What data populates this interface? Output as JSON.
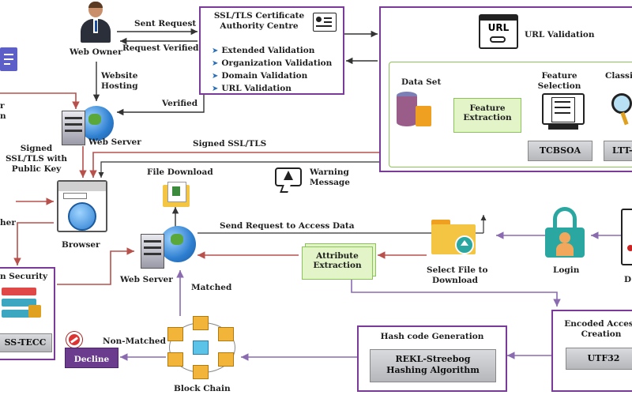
{
  "labels": {
    "web_owner": "Web Owner",
    "sent_request": "Sent Request",
    "request_verified": "Request Verified",
    "website_hosting": "Website\nHosting",
    "verified": "Verified",
    "web_server_top": "Web Server",
    "signed_ssl_public_key": "Signed\nSSL/TLS with\nPublic Key",
    "signed_ssl": "Signed SSL/TLS",
    "browser": "Browser",
    "file_download": "File Download",
    "warning_message": "Warning\nMessage",
    "send_request_access": "Send Request to Access Data",
    "web_server_mid": "Web Server",
    "matched": "Matched",
    "non_matched": "Non-Matched",
    "decline": "Decline",
    "block_chain": "Block Chain",
    "attribute_extraction": "Attribute\nExtraction",
    "select_file": "Select File to\nDownload",
    "login": "Login",
    "partial_left_top": "r\nn",
    "partial_left_mid": "her",
    "partial_right_d": "D",
    "security_title": "n Security",
    "ss_tecc": "SS-TECC"
  },
  "ca_box": {
    "title": "SSL/TLS Certificate\nAuthority Centre",
    "items": [
      "Extended Validation",
      "Organization Validation",
      "Domain Validation",
      "URL Validation"
    ]
  },
  "url_panel": {
    "title": "URL Validation",
    "icon_text": "URL",
    "dataset": "Data Set",
    "feature_extraction": "Feature\nExtraction",
    "feature_selection": "Feature\nSelection",
    "classification": "Classifi",
    "tcbsoa": "TCBSOA",
    "ltt": "LTT-"
  },
  "hash_box": {
    "title": "Hash code Generation",
    "algorithm": "REKL-Streebog\nHashing Algorithm"
  },
  "encoded_box": {
    "title": "Encoded Access\nCreation",
    "utf": "UTF32"
  },
  "colors": {
    "purple_frame": "#7a3a9a",
    "red_arrow": "#b8504b",
    "purple_arrow": "#8b6bb0",
    "dark_arrow": "#333333",
    "green_doc": "#e3f5c8",
    "decline_bg": "#6b3c8e"
  }
}
